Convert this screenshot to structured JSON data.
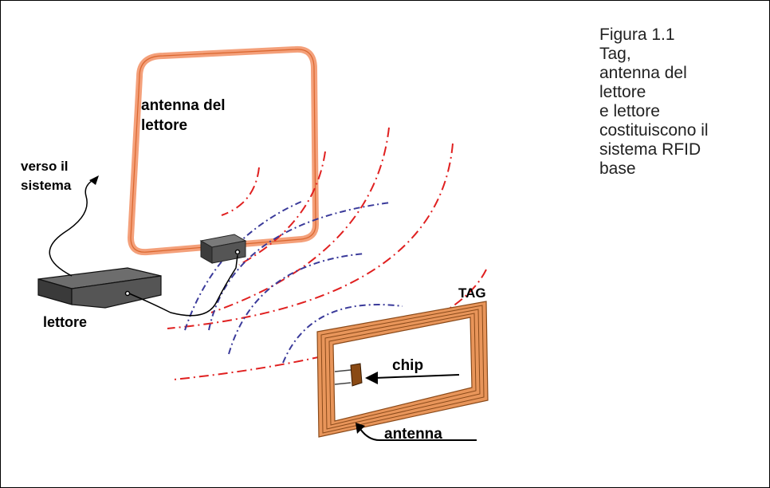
{
  "caption": {
    "lines": [
      "Figura 1.1",
      "Tag,",
      "antenna del",
      "lettore",
      "e lettore",
      "costituiscono il",
      "sistema RFID",
      "base"
    ]
  },
  "labels": {
    "antenna_line1": "antenna del",
    "antenna_line2": "lettore",
    "system_line1": "verso il",
    "system_line2": "sistema",
    "reader": "lettore",
    "tag": "TAG",
    "chip": "chip",
    "tag_antenna": "antenna"
  },
  "colors": {
    "antenna_fill": "#f4a07a",
    "antenna_stroke": "#e8743f",
    "box_fill": "#555555",
    "box_top": "#7a7a7a",
    "wave_red": "#e02020",
    "wave_blue": "#3a3a9a",
    "coil_fill": "#e8955a",
    "coil_stroke": "#8a4a1a",
    "chip_fill": "#8a4a14"
  }
}
